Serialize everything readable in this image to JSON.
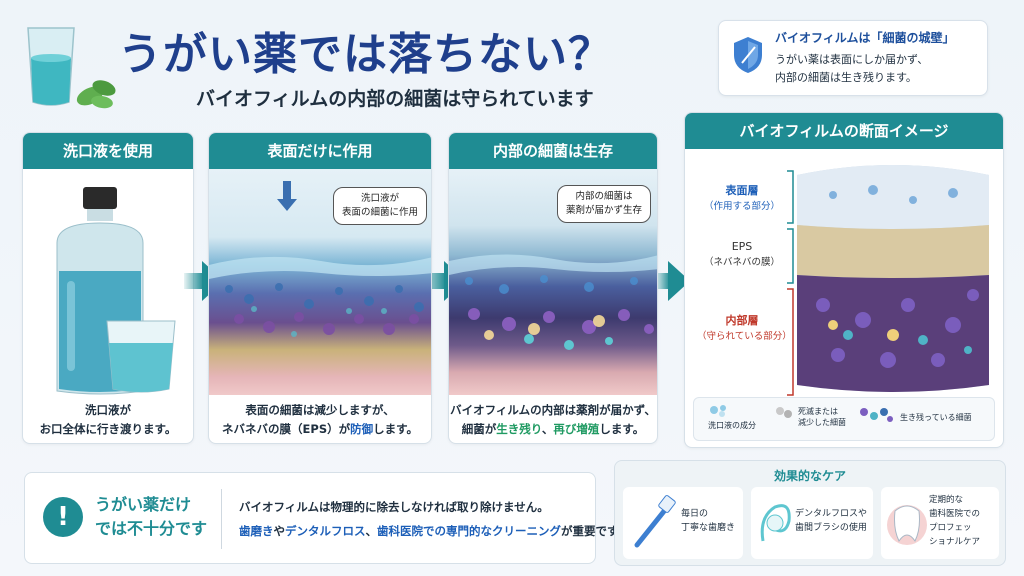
{
  "header": {
    "title": "うがい薬では落ちない？",
    "subtitle": "バイオフィルムの内部の細菌は守られています"
  },
  "info": {
    "title": "バイオフィルムは「細菌の城壁」",
    "line1": "うがい薬は表面にしか届かず、",
    "line2": "内部の細菌は生き残ります。"
  },
  "panels": [
    {
      "heading": "洗口液を使用",
      "caption1": "洗口液が",
      "caption2": "お口全体に行き渡ります。"
    },
    {
      "heading": "表面だけに作用",
      "bubble1": "洗口液が",
      "bubble2": "表面の細菌に作用",
      "caption1": "表面の細菌は減少しますが、",
      "caption2_a": "ネバネバの膜（EPS）が",
      "caption2_b": "防御",
      "caption2_c": "します。"
    },
    {
      "heading": "内部の細菌は生存",
      "bubble1": "内部の細菌は",
      "bubble2": "薬剤が届かず生存",
      "caption1": "バイオフィルムの内部は薬剤が届かず、",
      "caption2_a": "細菌が",
      "caption2_b": "生き残り",
      "caption2_c": "、",
      "caption2_d": "再び増殖",
      "caption2_e": "します。"
    }
  ],
  "cross_section": {
    "heading": "バイオフィルムの断面イメージ",
    "surface_label": "表面層",
    "surface_sub": "（作用する部分）",
    "eps_label": "EPS",
    "eps_sub": "（ネバネバの膜）",
    "inner_label": "内部層",
    "inner_sub": "（守られている部分）",
    "legend": [
      {
        "label": "洗口液の成分"
      },
      {
        "label1": "死滅または",
        "label2": "減少した細菌"
      },
      {
        "label": "生き残っている細菌"
      }
    ]
  },
  "warning": {
    "line1": "うがい薬だけ",
    "line2": "では不十分です",
    "body1": "バイオフィルムは物理的に除去しなければ取り除けません。",
    "body2_a": "歯磨き",
    "body2_b": "や",
    "body2_c": "デンタルフロス",
    "body2_d": "、",
    "body2_e": "歯科医院での専門的なクリーニング",
    "body2_f": "が重要です。"
  },
  "care": {
    "heading": "効果的なケア",
    "items": [
      {
        "line1": "毎日の",
        "line2": "丁寧な歯磨き"
      },
      {
        "line1": "デンタルフロスや",
        "line2": "歯間ブラシの使用"
      },
      {
        "line1": "定期的な",
        "line2": "歯科医院での",
        "line3": "プロフェッ",
        "line4": "ショナルケア"
      }
    ]
  },
  "colors": {
    "teal": "#1f8c93",
    "navy": "#1f3f8c",
    "highlight_blue": "#1d5fb8",
    "highlight_green": "#1f9a62",
    "inner_red": "#c0392b"
  }
}
